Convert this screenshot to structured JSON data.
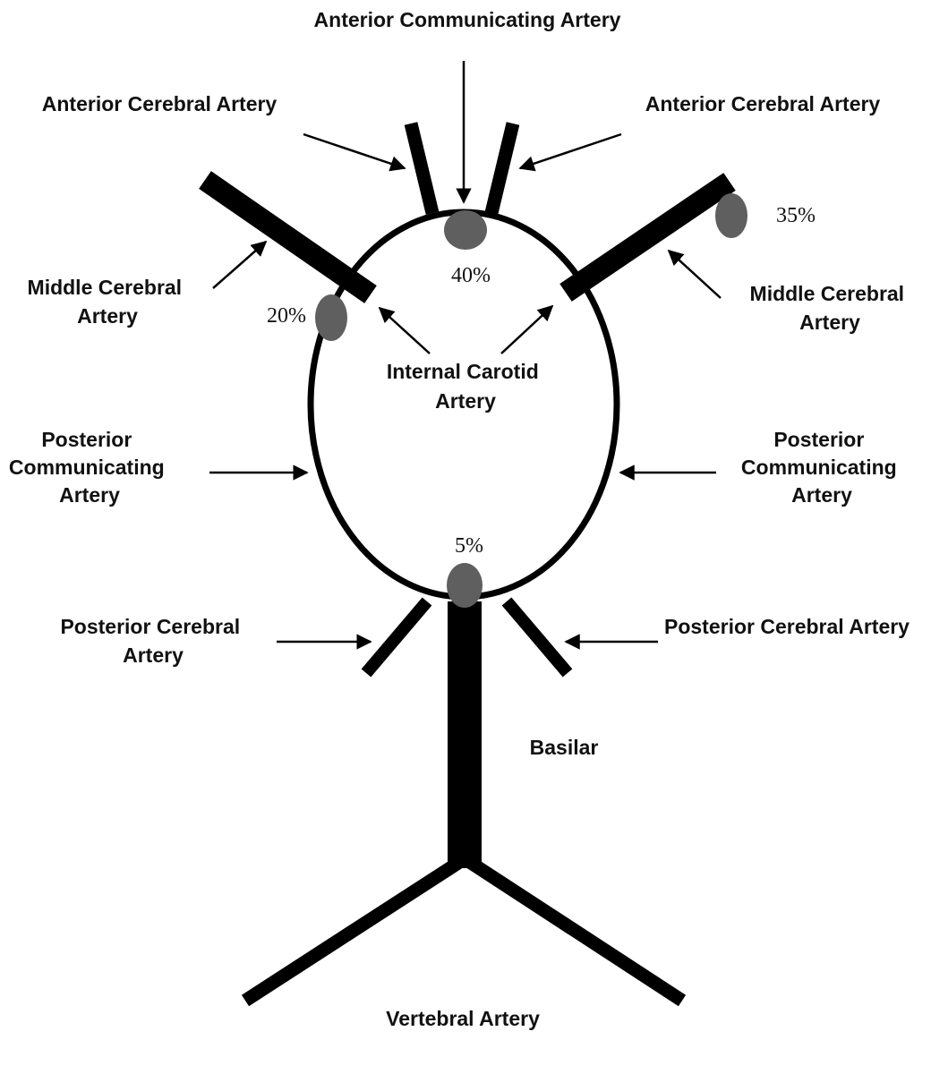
{
  "colors": {
    "ink": "#000000",
    "aneurysm": "#5f5f5f",
    "background": "#ffffff"
  },
  "labels": {
    "anterior_communicating": "Anterior Communicating Artery",
    "anterior_cerebral_left": "Anterior Cerebral Artery",
    "anterior_cerebral_right": "Anterior Cerebral Artery",
    "middle_cerebral_left": [
      "Middle Cerebral",
      "Artery"
    ],
    "middle_cerebral_right": [
      "Middle Cerebral",
      "Artery"
    ],
    "internal_carotid": [
      "Internal Carotid",
      "Artery"
    ],
    "posterior_communicating_left": [
      "Posterior",
      "Communicating",
      "Artery"
    ],
    "posterior_communicating_right": [
      "Posterior",
      "Communicating",
      "Artery"
    ],
    "posterior_cerebral_left": [
      "Posterior Cerebral",
      "Artery"
    ],
    "posterior_cerebral_right": "Posterior Cerebral Artery",
    "basilar": "Basilar",
    "vertebral": "Vertebral Artery"
  },
  "aneurysm_sites": {
    "anterior_communicating": "40%",
    "internal_carotid_pcom": "20%",
    "middle_cerebral": "35%",
    "basilar_tip": "5%"
  }
}
